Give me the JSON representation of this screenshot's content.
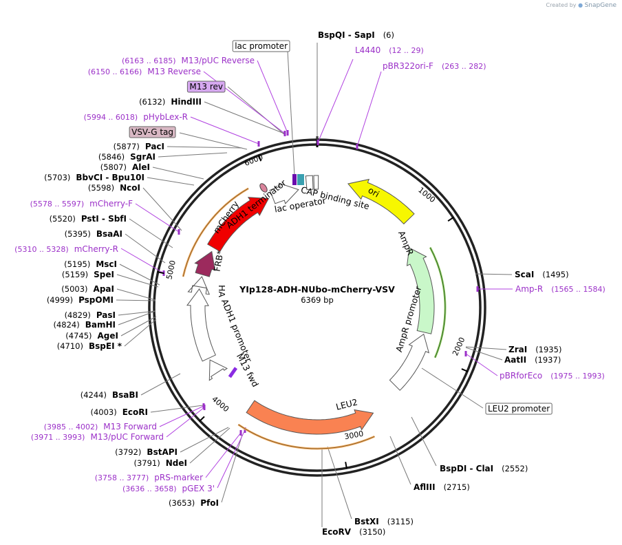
{
  "credit": {
    "prefix": "Created by",
    "brand": "SnapGene"
  },
  "plasmid": {
    "name": "YIp128-ADH-NUbo-mCherry-VSV",
    "length_text": "6369 bp",
    "length": 6369
  },
  "ticks": [
    "1000",
    "2000",
    "3000",
    "4000",
    "5000",
    "6000"
  ],
  "features": [
    {
      "name": "ori",
      "color": "#f7f700",
      "dir": "rev"
    },
    {
      "name": "AmpR",
      "color": "#c9f7c9",
      "dir": "rev"
    },
    {
      "name": "AmpR promoter",
      "color": "#ffffff",
      "dir": "rev"
    },
    {
      "name": "LEU2",
      "color": "#f98252",
      "dir": "rev"
    },
    {
      "name": "M13 fwd",
      "color": "#ffffff",
      "dir": "fwd"
    },
    {
      "name": "ADH1 promoter",
      "color": "#ffffff",
      "dir": "fwd"
    },
    {
      "name": "HA",
      "color": "#ffffff",
      "dir": "fwd"
    },
    {
      "name": "FRB*",
      "color": "#9c2a5d",
      "dir": "fwd"
    },
    {
      "name": "mCherry",
      "color": "#f00000",
      "dir": "fwd"
    },
    {
      "name": "ADH1 terminator",
      "color": "#ffffff",
      "dir": "fwd"
    },
    {
      "name": "lac operator",
      "color": "#ffffff",
      "dir": "none"
    },
    {
      "name": "CAP binding site",
      "color": "#ffffff",
      "dir": "none"
    }
  ],
  "site_labels": [
    {
      "name": "BspQI  -  SapI",
      "coord": "(6)",
      "kind": "site"
    },
    {
      "name": "L4440",
      "coord": "(12 .. 29)",
      "kind": "primer"
    },
    {
      "name": "pBR322ori-F",
      "coord": "(263 .. 282)",
      "kind": "primer"
    },
    {
      "name": "ScaI",
      "coord": "(1495)",
      "kind": "site"
    },
    {
      "name": "Amp-R",
      "coord": "(1565 .. 1584)",
      "kind": "primer"
    },
    {
      "name": "ZraI",
      "coord": "(1935)",
      "kind": "site"
    },
    {
      "name": "AatII",
      "coord": "(1937)",
      "kind": "site"
    },
    {
      "name": "pBRforEco",
      "coord": "(1975 .. 1993)",
      "kind": "primer"
    },
    {
      "name": "LEU2 promoter",
      "coord": "",
      "kind": "boxed"
    },
    {
      "name": "BspDI  -  ClaI",
      "coord": "(2552)",
      "kind": "site"
    },
    {
      "name": "AflIII",
      "coord": "(2715)",
      "kind": "site"
    },
    {
      "name": "BstXI",
      "coord": "(3115)",
      "kind": "site"
    },
    {
      "name": "EcoRV",
      "coord": "(3150)",
      "kind": "site"
    },
    {
      "name": "PfoI",
      "coord": "(3653)",
      "kind": "site"
    },
    {
      "name": "pGEX 3'",
      "coord": "(3636 .. 3658)",
      "kind": "primer"
    },
    {
      "name": "pRS-marker",
      "coord": "(3758 .. 3777)",
      "kind": "primer"
    },
    {
      "name": "NdeI",
      "coord": "(3791)",
      "kind": "site"
    },
    {
      "name": "BstAPI",
      "coord": "(3792)",
      "kind": "site"
    },
    {
      "name": "M13/pUC Forward",
      "coord": "(3971 .. 3993)",
      "kind": "primer"
    },
    {
      "name": "M13 Forward",
      "coord": "(3985 .. 4002)",
      "kind": "primer"
    },
    {
      "name": "EcoRI",
      "coord": "(4003)",
      "kind": "site"
    },
    {
      "name": "BsaBI",
      "coord": "(4244)",
      "kind": "site"
    },
    {
      "name": "BspEI *",
      "coord": "(4710)",
      "kind": "site"
    },
    {
      "name": "AgeI",
      "coord": "(4745)",
      "kind": "site"
    },
    {
      "name": "BamHI",
      "coord": "(4824)",
      "kind": "site"
    },
    {
      "name": "PasI",
      "coord": "(4829)",
      "kind": "site"
    },
    {
      "name": "PspOMI",
      "coord": "(4999)",
      "kind": "site"
    },
    {
      "name": "ApaI",
      "coord": "(5003)",
      "kind": "site"
    },
    {
      "name": "SpeI",
      "coord": "(5159)",
      "kind": "site"
    },
    {
      "name": "MscI",
      "coord": "(5195)",
      "kind": "site"
    },
    {
      "name": "mCherry-R",
      "coord": "(5310 .. 5328)",
      "kind": "primer"
    },
    {
      "name": "BsaAI",
      "coord": "(5395)",
      "kind": "site"
    },
    {
      "name": "PstI  -  SbfI",
      "coord": "(5520)",
      "kind": "site"
    },
    {
      "name": "mCherry-F",
      "coord": "(5578 .. 5597)",
      "kind": "primer"
    },
    {
      "name": "NcoI",
      "coord": "(5598)",
      "kind": "site"
    },
    {
      "name": "BbvCI  -  Bpu10I",
      "coord": "(5703)",
      "kind": "site"
    },
    {
      "name": "AleI",
      "coord": "(5807)",
      "kind": "site"
    },
    {
      "name": "SgrAI",
      "coord": "(5846)",
      "kind": "site"
    },
    {
      "name": "PacI",
      "coord": "(5877)",
      "kind": "site"
    },
    {
      "name": "VSV-G tag",
      "coord": "",
      "kind": "boxed"
    },
    {
      "name": "pHybLex-R",
      "coord": "(5994 .. 6018)",
      "kind": "primer"
    },
    {
      "name": "HindIII",
      "coord": "(6132)",
      "kind": "site"
    },
    {
      "name": "M13 rev",
      "coord": "",
      "kind": "boxed"
    },
    {
      "name": "M13 Reverse",
      "coord": "(6150 .. 6166)",
      "kind": "primer"
    },
    {
      "name": "M13/pUC Reverse",
      "coord": "(6163 .. 6185)",
      "kind": "primer"
    },
    {
      "name": "lac promoter",
      "coord": "",
      "kind": "boxed"
    }
  ]
}
